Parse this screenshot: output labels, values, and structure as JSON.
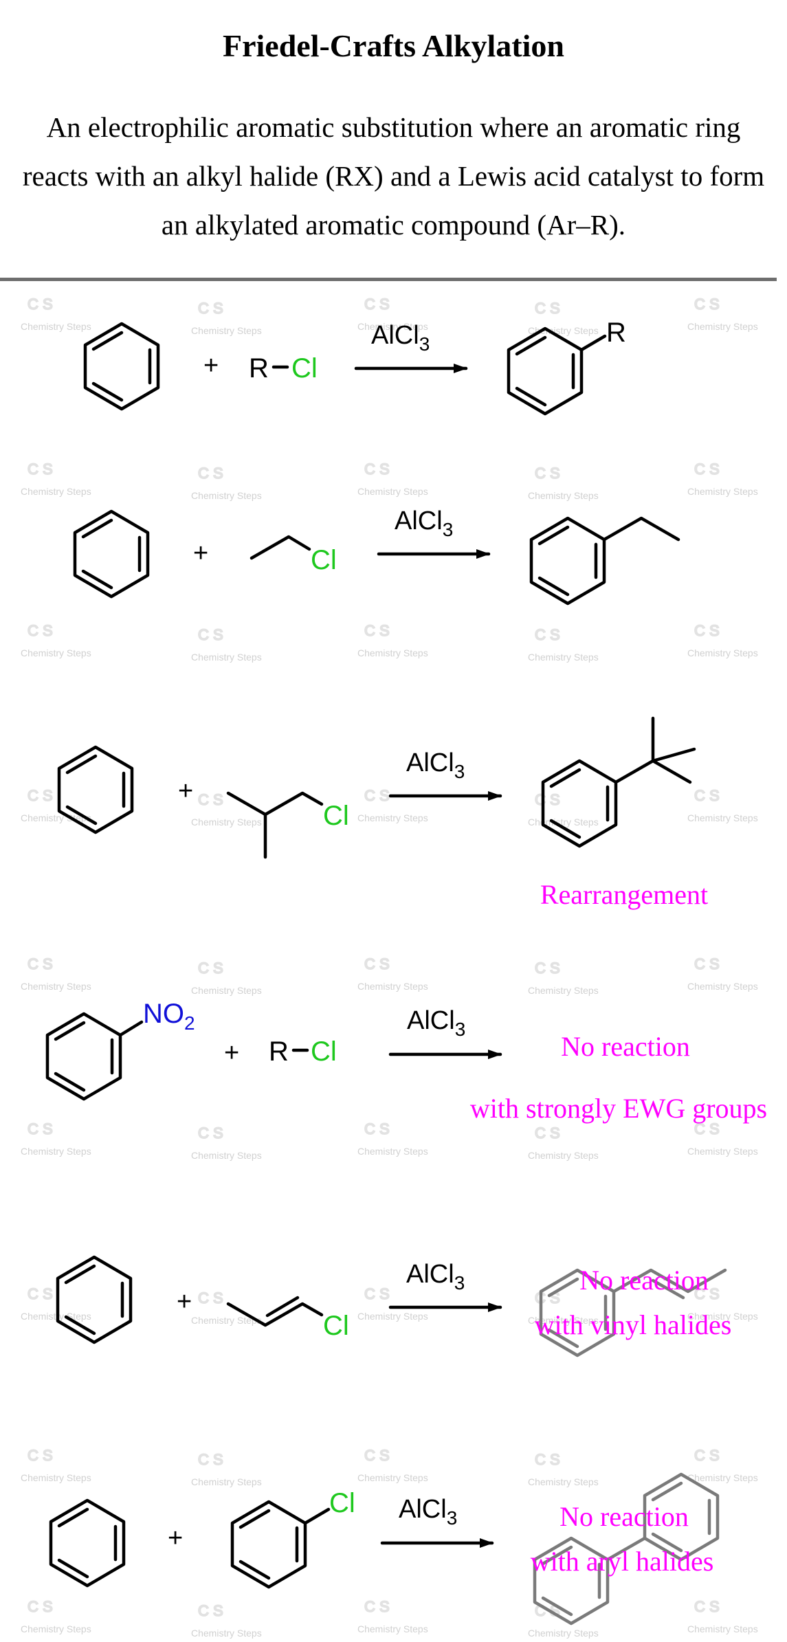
{
  "header": {
    "title": "Friedel-Crafts Alkylation",
    "intro": "An electrophilic aromatic substitution where an aromatic ring reacts with an alkyl halide (RX) and a Lewis acid catalyst to form an alkylated aromatic compound (Ar–R)."
  },
  "watermark": {
    "logo": "C S",
    "text": "Chemistry Steps"
  },
  "colors": {
    "accent_note": "#ff00ff",
    "chlorine": "#1ec81e",
    "nitro": "#1010d8",
    "divider": "#6e6e6e"
  },
  "labels": {
    "catalyst_main": "AlCl",
    "catalyst_sub": "3",
    "plus": "+",
    "r": "R",
    "cl": "Cl",
    "no2_main": "NO",
    "no2_sub": "2"
  },
  "reactions": [
    {
      "id": "general",
      "note_lines": []
    },
    {
      "id": "ethyl-chloride",
      "note_lines": []
    },
    {
      "id": "isobutyl-chloride",
      "note_lines": [
        "Rearrangement"
      ]
    },
    {
      "id": "nitrobenzene",
      "note_lines": [
        "No reaction",
        "with strongly EWG groups"
      ]
    },
    {
      "id": "vinyl-halide",
      "note_lines": [
        "No reaction",
        "with vinyl halides"
      ]
    },
    {
      "id": "aryl-halide",
      "note_lines": [
        "No reaction",
        "with aryl halides"
      ]
    }
  ]
}
